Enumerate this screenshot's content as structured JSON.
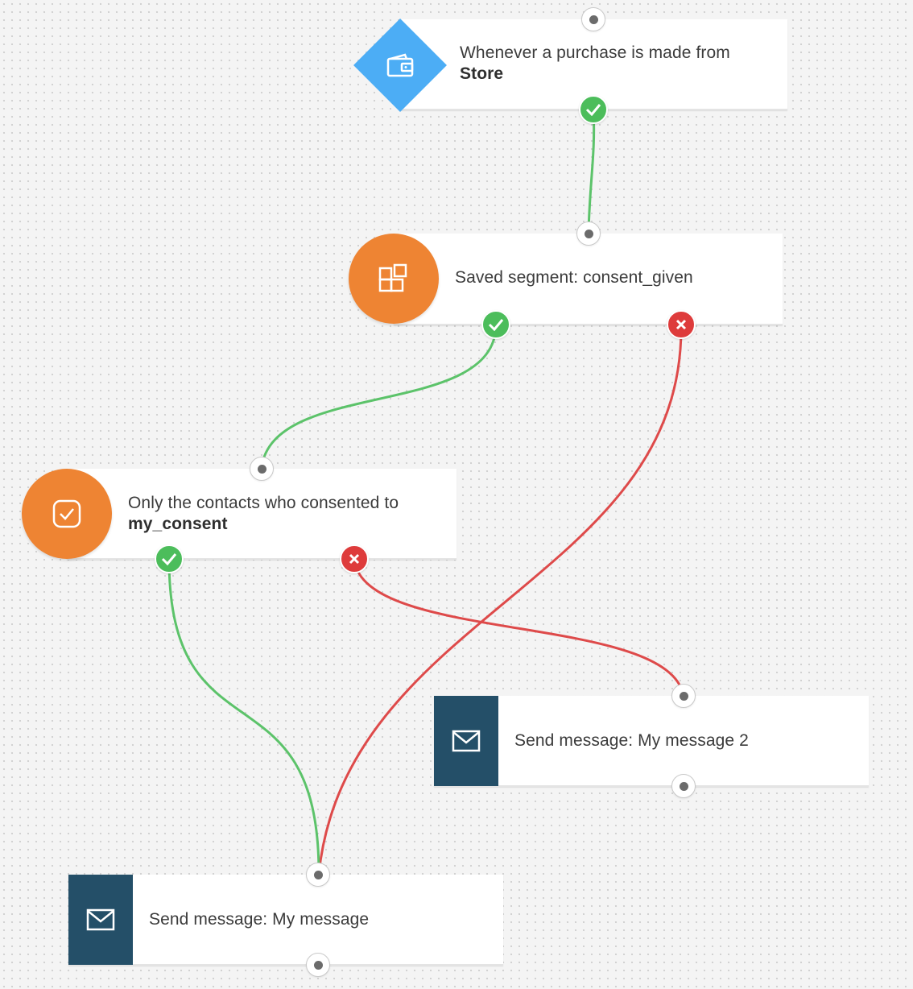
{
  "nodes": {
    "trigger": {
      "text_line1": "Whenever a purchase is made from",
      "text_bold": "Store",
      "icon": "wallet-icon",
      "color": "#4cadf5"
    },
    "segment": {
      "text": "Saved segment: consent_given",
      "icon": "segment-blocks-icon",
      "color": "#ee8433"
    },
    "consent": {
      "text_line1": "Only the contacts who consented to",
      "text_bold": "my_consent",
      "icon": "checkbox-icon",
      "color": "#ee8433"
    },
    "message2": {
      "text": "Send message: My message 2",
      "icon": "envelope-icon",
      "color": "#244f68"
    },
    "message1": {
      "text": "Send message: My message",
      "icon": "envelope-icon",
      "color": "#244f68"
    }
  },
  "connection_colors": {
    "yes": "#4cbd5b",
    "no": "#de3b3b"
  }
}
